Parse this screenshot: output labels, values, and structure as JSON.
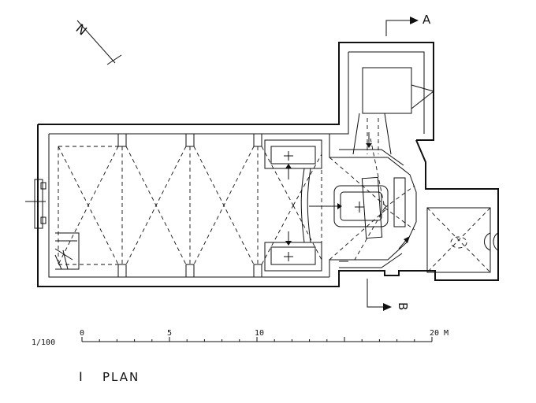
{
  "labels": {
    "north": "N",
    "section_a": "A",
    "section_b": "B",
    "scale_ratio": "1/100",
    "plan_number": "I",
    "plan_title": "PLAN"
  },
  "scale_bar": {
    "ticks": [
      {
        "value": 0,
        "label": "0"
      },
      {
        "value": 5,
        "label": "5"
      },
      {
        "value": 10,
        "label": "10"
      },
      {
        "value": 20,
        "label": "20 M"
      }
    ]
  }
}
